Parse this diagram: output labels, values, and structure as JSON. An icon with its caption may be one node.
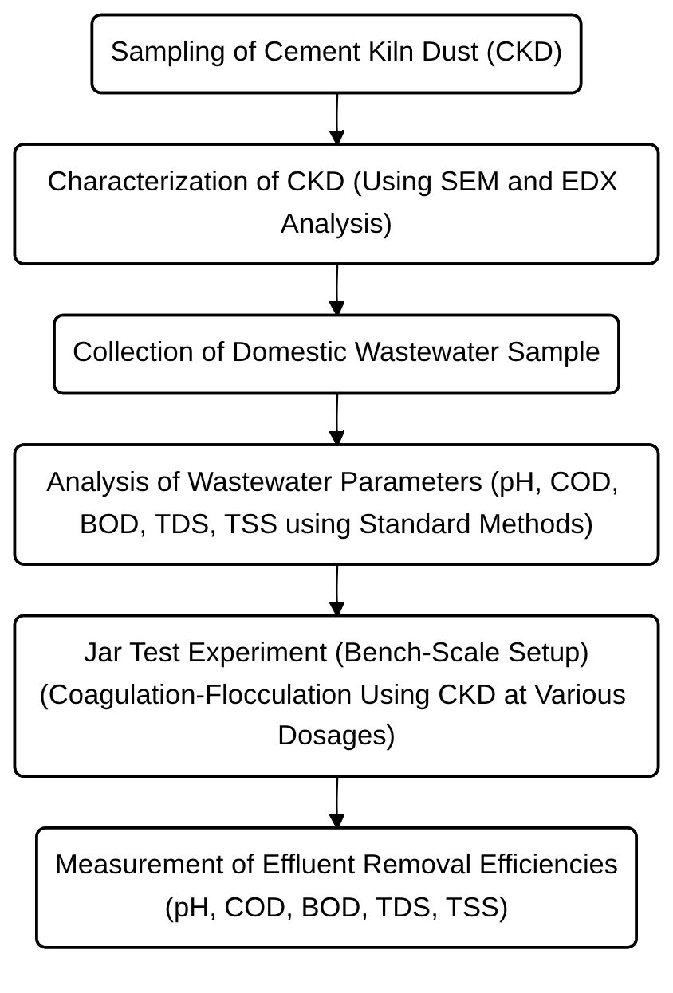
{
  "diagram": {
    "nodes": [
      {
        "text": [
          "Sampling of Cement Kiln Dust (CKD)"
        ]
      },
      {
        "text": [
          "Characterization of CKD (Using SEM and EDX Analysis)"
        ]
      },
      {
        "text": [
          "Collection of Domestic Wastewater Sample"
        ]
      },
      {
        "text": [
          "Analysis of Wastewater Parameters (pH, COD, BOD, TDS, TSS using Standard Methods)"
        ]
      },
      {
        "text": [
          "Jar Test Experiment (Bench-Scale Setup)",
          "(Coagulation-Flocculation Using CKD at Various Dosages)"
        ]
      },
      {
        "text": [
          "Measurement of Effluent Removal Efficiencies",
          "(pH, COD, BOD, TDS, TSS)"
        ]
      }
    ],
    "edges": [
      {
        "from": 0,
        "to": 1,
        "arrow": "to"
      },
      {
        "from": 1,
        "to": 2,
        "arrow": "to"
      },
      {
        "from": 2,
        "to": 3,
        "arrow": "to"
      },
      {
        "from": 3,
        "to": 4,
        "arrow": "to"
      },
      {
        "from": 4,
        "to": 5,
        "arrow": "to"
      }
    ]
  }
}
